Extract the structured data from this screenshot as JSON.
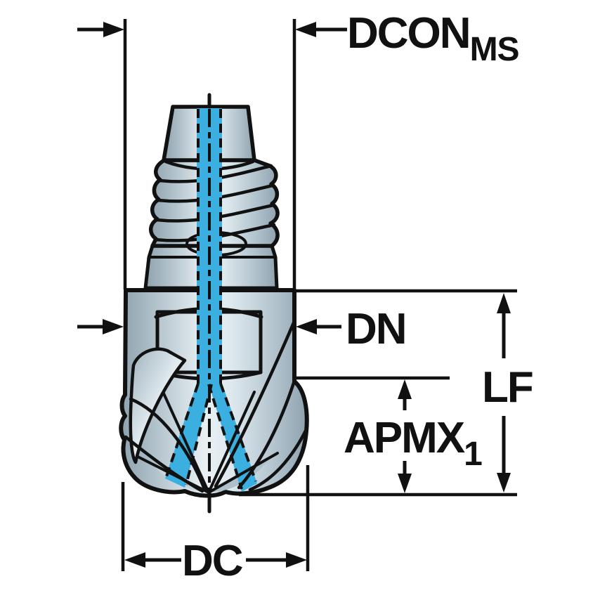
{
  "diagram": {
    "background": "#ffffff",
    "outline_color": "#111111",
    "labels": {
      "dcon": {
        "main": "DCON",
        "sub": "MS"
      },
      "dn": "DN",
      "lf": "LF",
      "apmx": {
        "main": "APMX",
        "sub": "1"
      },
      "dc": "DC"
    },
    "colors": {
      "coolant_channel": "#3bafe0",
      "wrench_flat": "#64798a",
      "body_edge": "#8ea2ae",
      "body_highlight": "#e9f0f4",
      "flute_shadow_light": "#c6d5dd",
      "flute_shadow_dark": "#aec0ca",
      "dimension_ink": "#111111"
    }
  }
}
